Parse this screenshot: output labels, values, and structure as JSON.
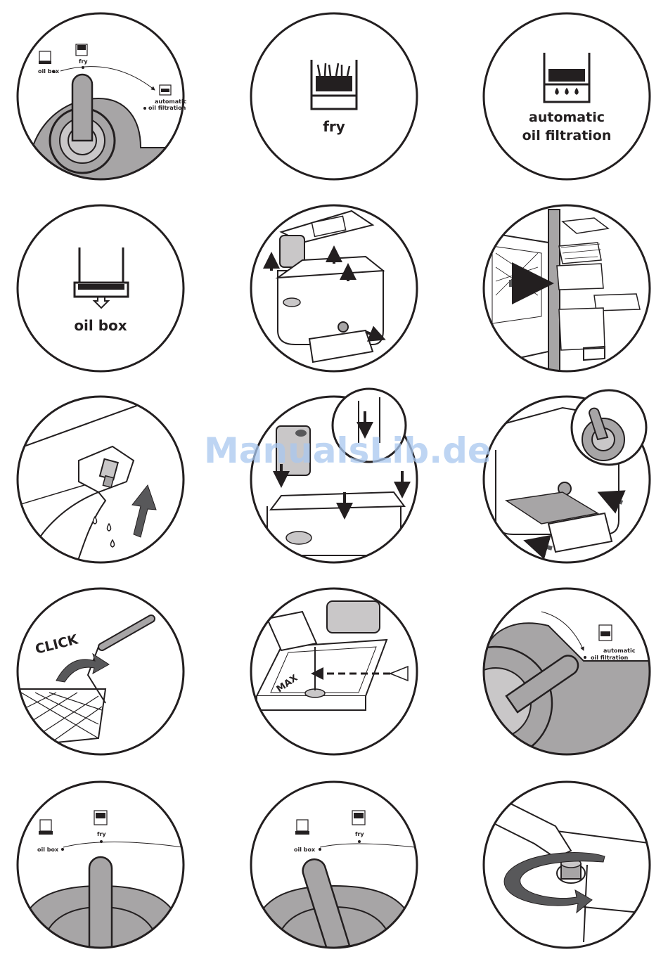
{
  "labels": {
    "fry": "fry",
    "automatic": "automatic",
    "oil_filtration": "oil filtration",
    "oil_box": "oil box",
    "click": "CLICK",
    "max": "MAX"
  },
  "watermark": "ManualsLib.de",
  "colors": {
    "outline": "#231f20",
    "handle_fill": "#a7a5a6",
    "knob_fill": "#c9c7c8",
    "oil_dark": "#231f20",
    "arrow_fill": "#58585a",
    "watermark": "#a9c8ef"
  },
  "icons": [
    "fry-icon",
    "oil-filtration-icon",
    "oil-box-icon",
    "arrow-up-icon",
    "arrow-right-icon",
    "rotate-arrow-icon"
  ]
}
